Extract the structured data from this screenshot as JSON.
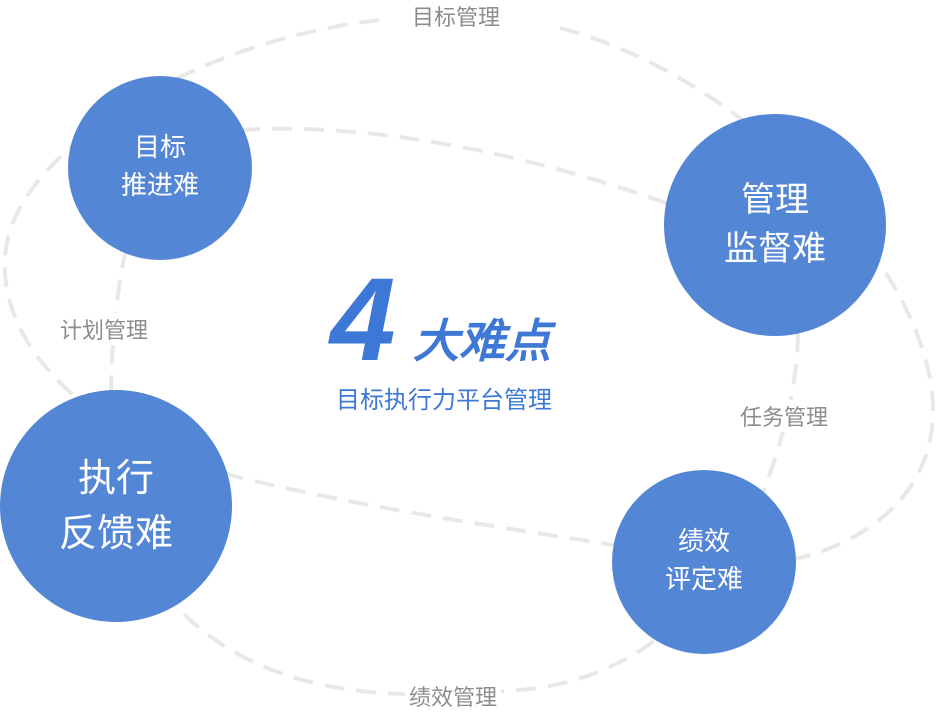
{
  "colors": {
    "circle": "#5486d6",
    "accent": "#3e78d6",
    "dash": "#e8e8e8",
    "label": "#8c8c8c"
  },
  "center": {
    "number": "4",
    "title": "大难点",
    "subtitle": "目标执行力平台管理"
  },
  "circles": [
    {
      "line1": "目标",
      "line2": "推进难"
    },
    {
      "line1": "管理",
      "line2": "监督难"
    },
    {
      "line1": "执行",
      "line2": "反馈难"
    },
    {
      "line1": "绩效",
      "line2": "评定难"
    }
  ],
  "labels": {
    "top": "目标管理",
    "left": "计划管理",
    "right": "任务管理",
    "bottom": "绩效管理"
  }
}
